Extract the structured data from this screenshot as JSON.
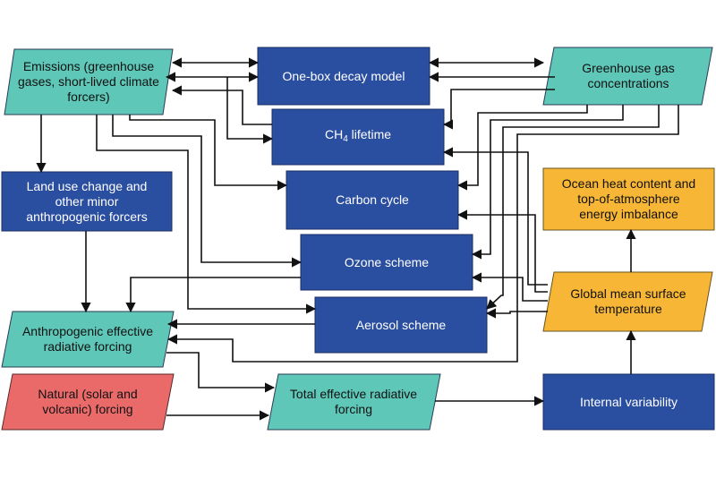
{
  "colors": {
    "model": "#2a4ea0",
    "input": "#5ec7b8",
    "output": "#f7b635",
    "natural": "#ea6a6a",
    "arrow": "#111111"
  },
  "nodes": {
    "emissions": {
      "lines": [
        "Emissions (greenhouse",
        "gases, short-lived climate",
        "forcers)"
      ]
    },
    "one_box": {
      "lines": [
        "One-box decay model"
      ]
    },
    "ghg_conc": {
      "lines": [
        "Greenhouse gas",
        "concentrations"
      ]
    },
    "ch4": {
      "prefix": "CH",
      "sub": "4",
      "suffix": " lifetime"
    },
    "land_use": {
      "lines": [
        "Land use change and",
        "other minor",
        "anthropogenic forcers"
      ]
    },
    "carbon_cycle": {
      "lines": [
        "Carbon cycle"
      ]
    },
    "ocean_heat": {
      "lines": [
        "Ocean heat content and",
        "top-of-atmosphere",
        "energy imbalance"
      ]
    },
    "ozone": {
      "lines": [
        "Ozone scheme"
      ]
    },
    "gmst": {
      "lines": [
        "Global mean surface",
        "temperature"
      ]
    },
    "anthro_erf": {
      "lines": [
        "Anthropogenic effective",
        "radiative forcing"
      ]
    },
    "aerosol": {
      "lines": [
        "Aerosol scheme"
      ]
    },
    "natural": {
      "lines": [
        "Natural (solar and",
        "volcanic) forcing"
      ]
    },
    "total_erf": {
      "lines": [
        "Total effective radiative",
        "forcing"
      ]
    },
    "internal_var": {
      "lines": [
        "Internal variability"
      ]
    }
  }
}
